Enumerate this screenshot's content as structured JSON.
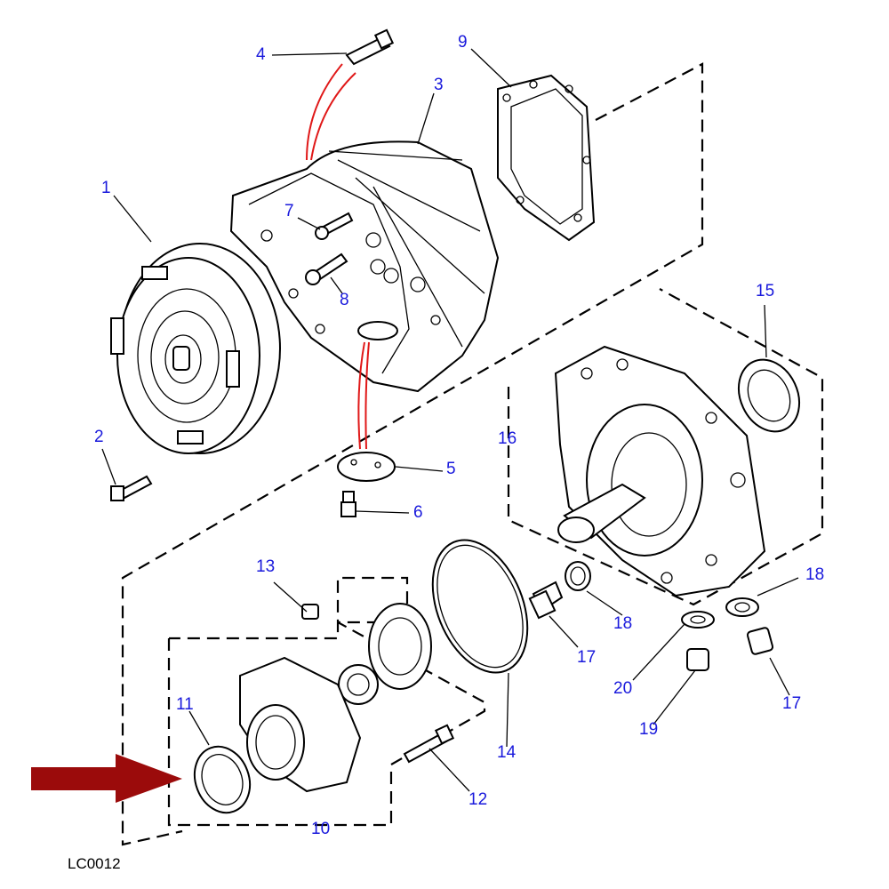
{
  "colors": {
    "callout": "#1a1adc",
    "arrow": "#9b0b0b",
    "highlight_lines": "#e01818",
    "line": "#000000"
  },
  "diagram_code": "LC0012",
  "callouts": {
    "c1": "1",
    "c2": "2",
    "c3": "3",
    "c4": "4",
    "c5": "5",
    "c6": "6",
    "c7": "7",
    "c8": "8",
    "c9": "9",
    "c10": "10",
    "c11": "11",
    "c12": "12",
    "c13": "13",
    "c14": "14",
    "c15": "15",
    "c16": "16",
    "c17a": "17",
    "c17b": "17",
    "c18a": "18",
    "c18b": "18",
    "c19": "19",
    "c20": "20"
  },
  "highlighted_part": "11"
}
